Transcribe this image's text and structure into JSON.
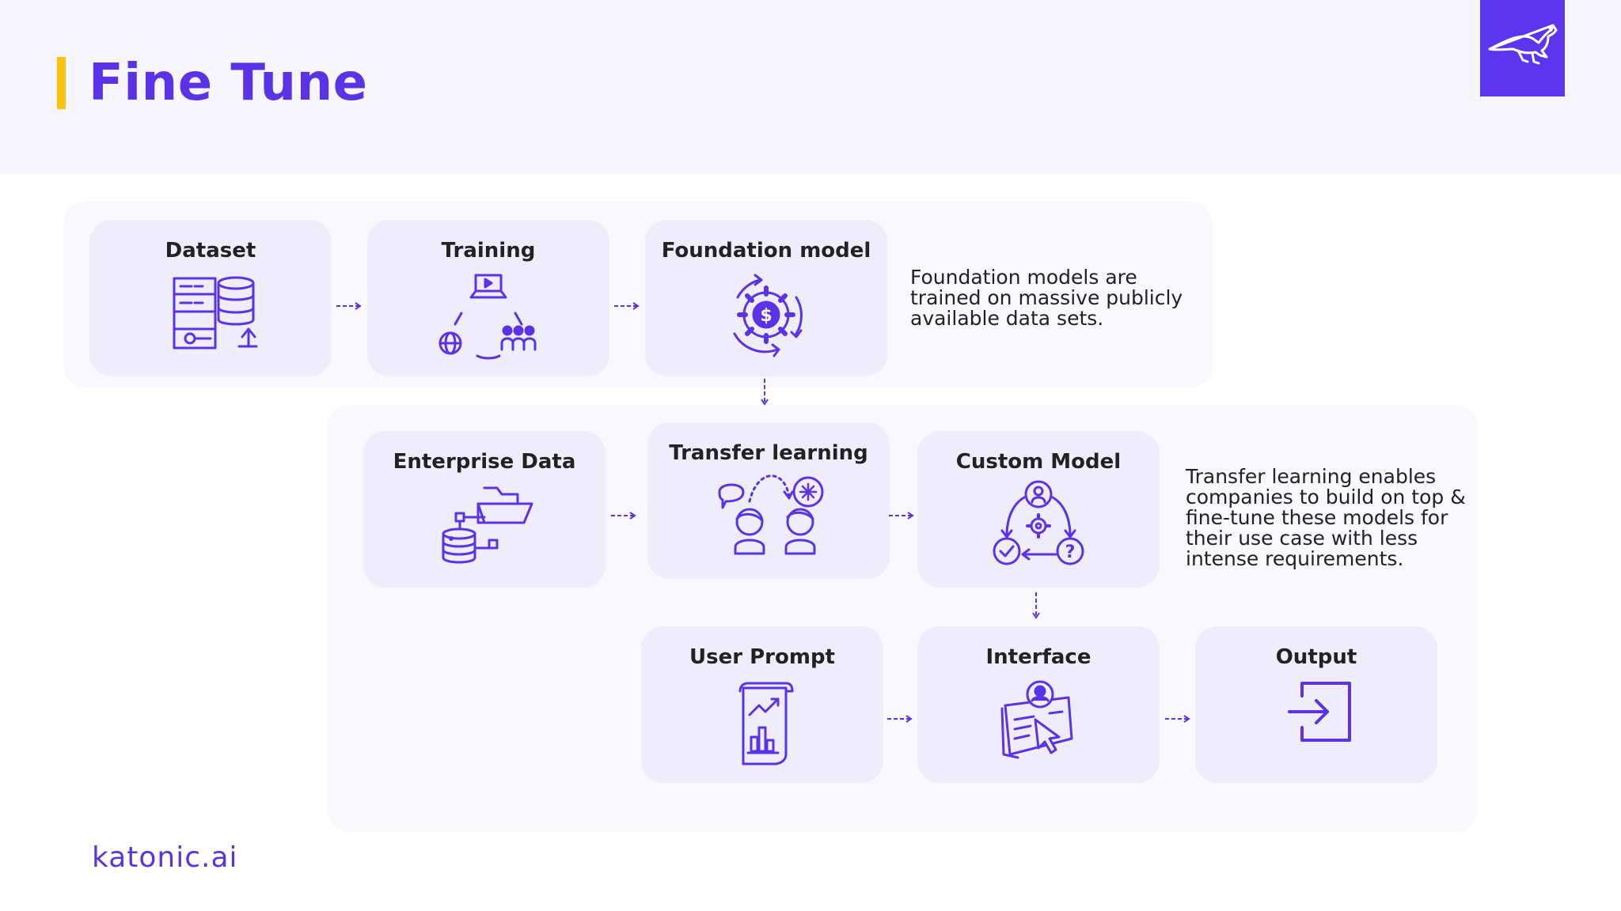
{
  "title": "Fine Tune",
  "footer": "katonic.ai",
  "nodes": {
    "dataset": "Dataset",
    "training": "Training",
    "foundation": "Foundation model",
    "enterprise": "Enterprise Data",
    "transfer": "Transfer learning",
    "custom": "Custom Model",
    "prompt": "User Prompt",
    "interface": "Interface",
    "output": "Output"
  },
  "notes": {
    "foundation": [
      "Foundation models are",
      "trained on massive publicly",
      "available data sets."
    ],
    "transfer": [
      "Transfer learning enables",
      "companies to build on top &",
      "fine-tune these models for",
      "their use case with less",
      "intense requirements."
    ]
  },
  "colors": {
    "accent": "#5a33e6",
    "title_bar": "#f9c20f",
    "card": "#efedfc",
    "group": "#f9f8fe",
    "logo_bg": "#5b36ee"
  },
  "icons": {
    "logo": "kangaroo-icon",
    "dataset": "server-database-icon",
    "training": "laptop-network-people-icon",
    "foundation": "gear-dollar-cycle-icon",
    "enterprise": "folder-database-icon",
    "transfer": "people-knowledge-transfer-icon",
    "custom": "user-gear-question-icon",
    "prompt": "report-chart-icon",
    "interface": "profile-cursor-icon",
    "output": "sign-in-icon"
  }
}
